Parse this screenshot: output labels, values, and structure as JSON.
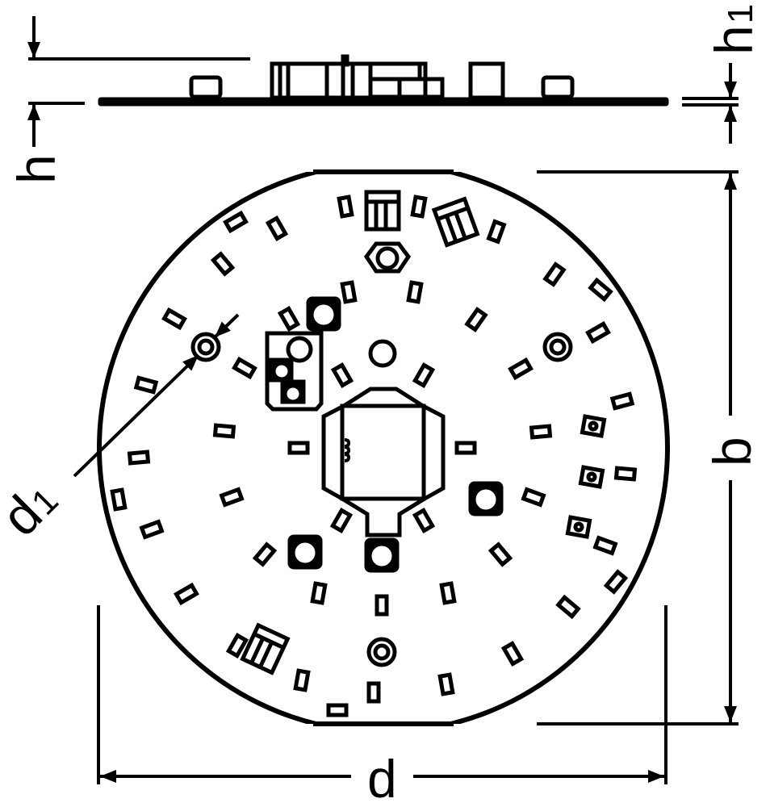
{
  "labels": {
    "d": "d",
    "d1": "d",
    "d1_sub": "1",
    "b": "b",
    "h": "h",
    "h1": "h",
    "h1_sub": "1"
  },
  "colors": {
    "ink": "#000000",
    "paper": "#ffffff"
  }
}
